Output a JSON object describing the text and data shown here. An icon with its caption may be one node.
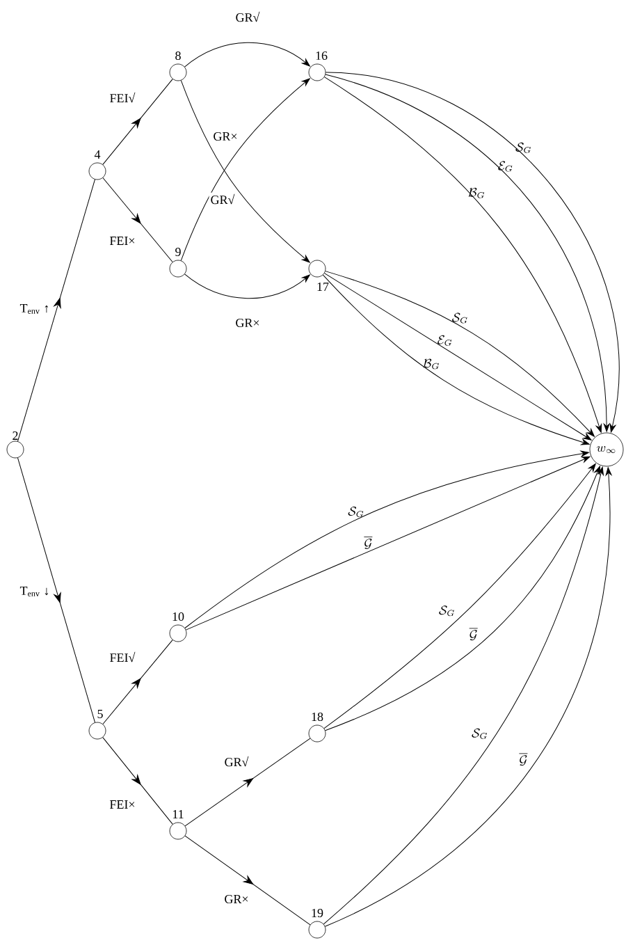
{
  "diagram": {
    "nodes": [
      {
        "text": [],
        "shape": "circle",
        "beside": [
          "2"
        ]
      },
      {
        "text": [],
        "shape": "circle",
        "beside": [
          "4"
        ]
      },
      {
        "text": [],
        "shape": "circle",
        "beside": [
          "5"
        ]
      },
      {
        "text": [],
        "shape": "circle",
        "beside": [
          "8"
        ]
      },
      {
        "text": [],
        "shape": "circle",
        "beside": [
          "9"
        ]
      },
      {
        "text": [],
        "shape": "circle",
        "beside": [
          "10"
        ]
      },
      {
        "text": [],
        "shape": "circle",
        "beside": [
          "11"
        ]
      },
      {
        "text": [],
        "shape": "circle",
        "beside": [
          "16"
        ]
      },
      {
        "text": [],
        "shape": "circle",
        "beside": [
          "17"
        ]
      },
      {
        "text": [],
        "shape": "circle",
        "beside": [
          "18"
        ]
      },
      {
        "text": [],
        "shape": "circle",
        "beside": [
          "19"
        ]
      },
      {
        "text": [
          "w_\\infty"
        ]
      }
    ],
    "edges": [
      {
        "from": 0,
        "to": 1,
        "arrow": "to",
        "label": "T$_{env}$ ↑"
      },
      {
        "from": 0,
        "to": 2,
        "arrow": "to",
        "label": "T$_{env}$ ↓"
      },
      {
        "from": 1,
        "to": 3,
        "arrow": "to",
        "label": "FEI√"
      },
      {
        "from": 1,
        "to": 4,
        "arrow": "to",
        "label": "FEI×"
      },
      {
        "from": 3,
        "to": 7,
        "arrow": "to",
        "label": "GR√"
      },
      {
        "from": 3,
        "to": 8,
        "arrow": "to",
        "label": "GR×"
      },
      {
        "from": 4,
        "to": 7,
        "arrow": "to",
        "label": "GR√"
      },
      {
        "from": 4,
        "to": 8,
        "arrow": "to",
        "label": "GR×"
      },
      {
        "from": 2,
        "to": 5,
        "arrow": "to",
        "label": "FEI√"
      },
      {
        "from": 2,
        "to": 6,
        "arrow": "to",
        "label": "FEI×"
      },
      {
        "from": 6,
        "to": 9,
        "arrow": "to",
        "label": "GR√"
      },
      {
        "from": 6,
        "to": 10,
        "arrow": "to",
        "label": "GR×"
      },
      {
        "from": 7,
        "to": 11,
        "arrow": "to",
        "label": "\\mathcal{S}_G"
      },
      {
        "from": 7,
        "to": 11,
        "arrow": "to",
        "label": "\\mathcal{E}_G"
      },
      {
        "from": 7,
        "to": 11,
        "arrow": "to",
        "label": "\\mathcal{B}_G"
      },
      {
        "from": 8,
        "to": 11,
        "arrow": "to",
        "label": "\\mathcal{S}_G"
      },
      {
        "from": 8,
        "to": 11,
        "arrow": "to",
        "label": "\\mathcal{E}_G"
      },
      {
        "from": 8,
        "to": 11,
        "arrow": "to",
        "label": "\\mathcal{B}_G"
      },
      {
        "from": 5,
        "to": 11,
        "arrow": "to",
        "label": "\\mathcal{S}_G"
      },
      {
        "from": 5,
        "to": 11,
        "arrow": "to",
        "label": "\\overline{\\mathcal{G}}"
      },
      {
        "from": 9,
        "to": 11,
        "arrow": "to",
        "label": "\\mathcal{S}_G"
      },
      {
        "from": 9,
        "to": 11,
        "arrow": "to",
        "label": "\\overline{\\mathcal{G}}"
      },
      {
        "from": 10,
        "to": 11,
        "arrow": "to",
        "label": "\\mathcal{S}_G"
      },
      {
        "from": 10,
        "to": 11,
        "arrow": "to",
        "label": "\\overline{\\mathcal{G}}"
      }
    ]
  }
}
